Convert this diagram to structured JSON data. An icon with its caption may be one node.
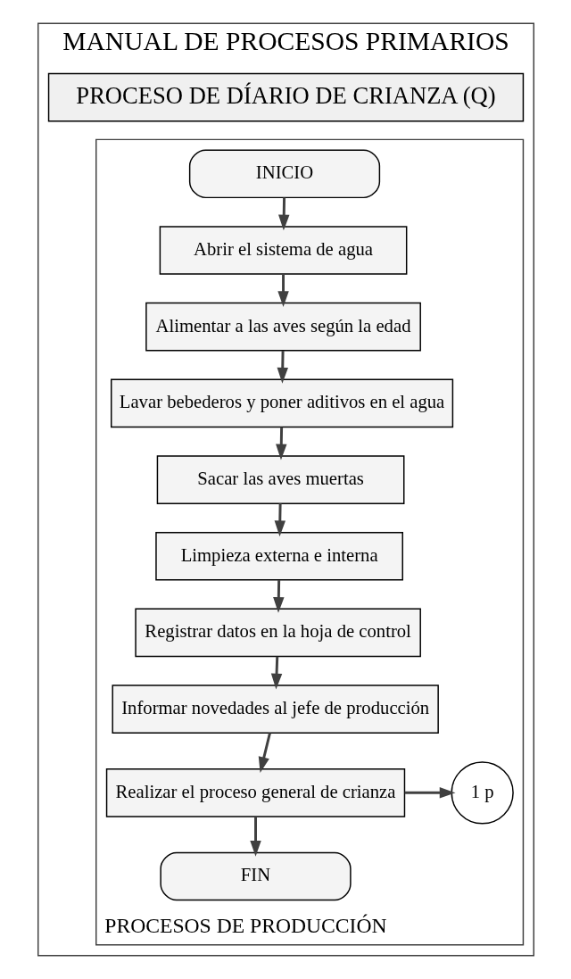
{
  "diagram": {
    "nodes": [
      {
        "text": [
          "MANUAL DE PROCESOS PRIMARIOS"
        ]
      },
      {
        "text": [
          "PROCESO DE DÍARIO DE CRIANZA (Q)"
        ],
        "in": 0
      },
      {
        "text": [
          "PROCESOS DE PRODUCCIÓN"
        ],
        "in": 0
      },
      {
        "text": [
          "INICIO"
        ],
        "in": 2
      },
      {
        "text": [
          "Abrir el sistema de agua"
        ],
        "in": 2
      },
      {
        "text": [
          "Alimentar a las aves según la edad"
        ],
        "in": 2
      },
      {
        "text": [
          "Lavar bebederos y poner aditivos en el agua"
        ],
        "in": 2
      },
      {
        "text": [
          "Sacar las aves muertas"
        ],
        "in": 2
      },
      {
        "text": [
          "Limpieza externa e interna"
        ],
        "in": 2
      },
      {
        "text": [
          "Registrar datos en la hoja de control"
        ],
        "in": 2
      },
      {
        "text": [
          "Informar novedades al jefe de producción"
        ],
        "in": 2
      },
      {
        "text": [
          "Realizar el proceso general de crianza"
        ],
        "in": 2
      },
      {
        "text": [
          "FIN"
        ],
        "in": 2
      },
      {
        "text": [
          "1 p"
        ],
        "in": 2
      }
    ],
    "edges": [
      {
        "from": 3,
        "to": 4,
        "arrow": "to"
      },
      {
        "from": 4,
        "to": 5,
        "arrow": "to"
      },
      {
        "from": 5,
        "to": 6,
        "arrow": "to"
      },
      {
        "from": 6,
        "to": 7,
        "arrow": "to"
      },
      {
        "from": 7,
        "to": 8,
        "arrow": "to"
      },
      {
        "from": 8,
        "to": 9,
        "arrow": "to"
      },
      {
        "from": 9,
        "to": 10,
        "arrow": "to"
      },
      {
        "from": 10,
        "to": 11,
        "arrow": "to"
      },
      {
        "from": 11,
        "to": 12,
        "arrow": "to"
      },
      {
        "from": 11,
        "to": 13,
        "arrow": "to"
      }
    ]
  }
}
